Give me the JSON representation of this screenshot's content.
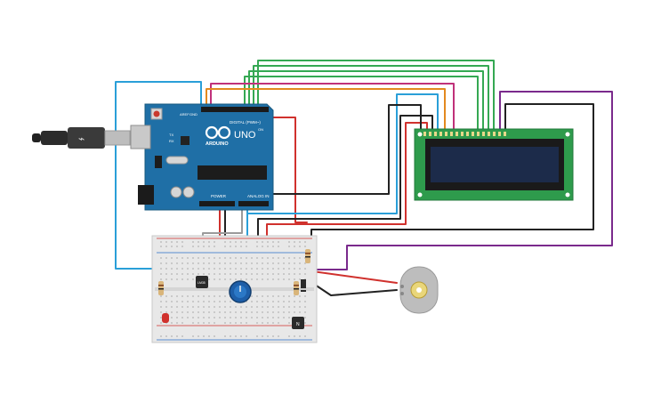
{
  "arduino": {
    "brand": "ARDUINO",
    "model": "UNO",
    "label_digital": "DIGITAL (PWM~)",
    "label_power": "POWER",
    "label_analog": "ANALOG IN",
    "label_aref": "AREF",
    "label_gnd": "GND",
    "label_tx": "TX",
    "label_rx": "RX",
    "label_on": "ON"
  },
  "sensor": {
    "label": "LM35"
  },
  "transistor": {
    "label": "N"
  },
  "colors": {
    "board": "#1f6fa6",
    "lcd_frame": "#2e9b4c",
    "lcd_screen": "#1c2b4a",
    "breadboard": "#e8e8e8",
    "wire_blue": "#2a9fd8",
    "wire_red": "#d0312d",
    "wire_green": "#35a853",
    "wire_orange": "#e3891f",
    "wire_magenta": "#c0317a",
    "wire_purple": "#7a2a8c",
    "wire_black": "#222222",
    "wire_gray": "#9a9a9a"
  }
}
